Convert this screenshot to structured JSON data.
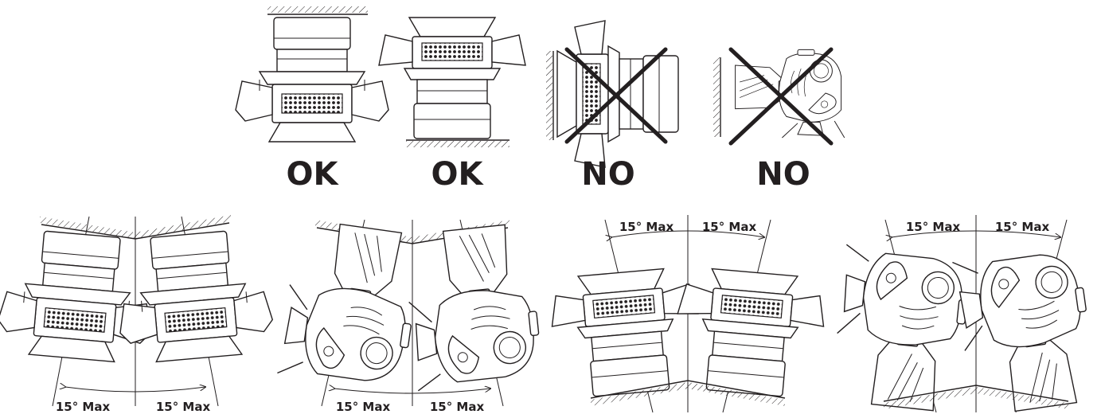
{
  "top_row": [
    {
      "verdict": "OK",
      "mount": "ceiling"
    },
    {
      "verdict": "OK",
      "mount": "floor"
    },
    {
      "verdict": "NO",
      "mount": "wall"
    },
    {
      "verdict": "NO",
      "mount": "wall"
    }
  ],
  "tilt_limit_labels": [
    "15° Max",
    "15° Max",
    "15° Max",
    "15° Max",
    "15° Max",
    "15° Max",
    "15° Max",
    "15° Max"
  ],
  "colors": {
    "ink": "#231f20",
    "background": "#ffffff"
  }
}
